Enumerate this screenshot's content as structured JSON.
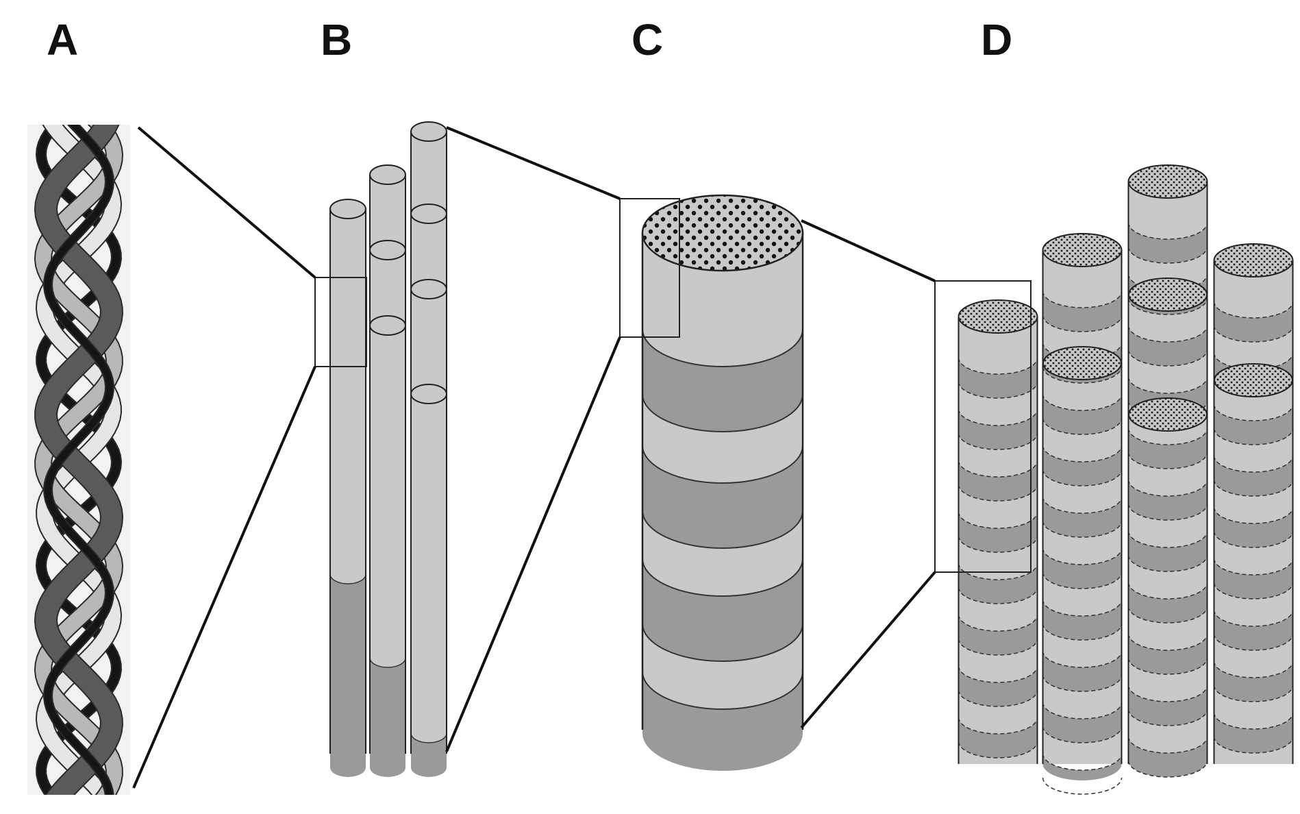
{
  "panel_labels": {
    "a": "A",
    "b": "B",
    "c": "C",
    "d": "D"
  },
  "colors": {
    "light_gray": "#c9c9c9",
    "medium_gray": "#9a9a9a",
    "outline": "#222222",
    "strand_dark": "#5a5a5a",
    "strand_light": "#b8b8b8",
    "strand_white": "#e6e6e6",
    "strand_black": "#151515"
  }
}
